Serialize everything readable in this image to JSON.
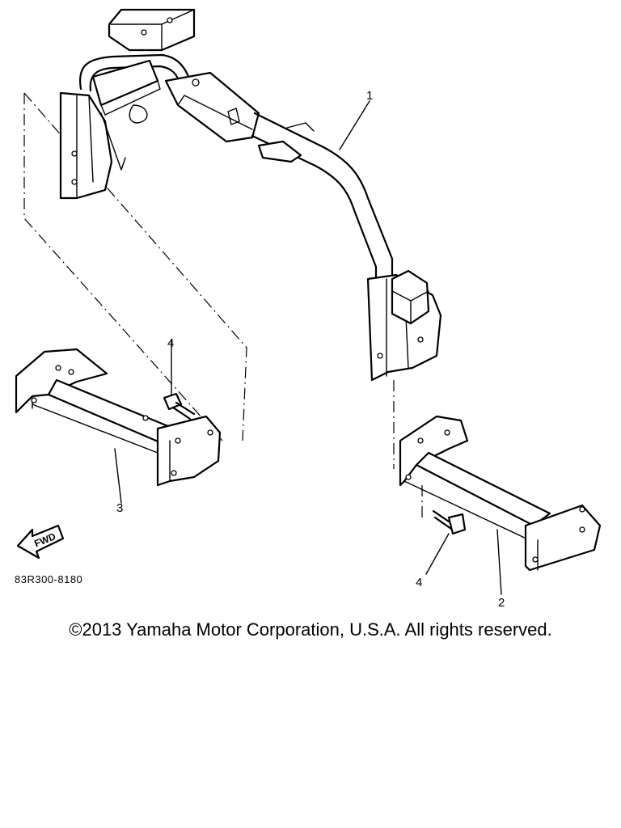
{
  "callouts": {
    "part_1": "1",
    "part_2": "2",
    "part_3": "3",
    "part_4_left": "4",
    "part_4_right": "4"
  },
  "fwd_label": "FWD",
  "part_code": "83R300-8180",
  "copyright": "©2013 Yamaha Motor Corporation, U.S.A. All rights reserved."
}
